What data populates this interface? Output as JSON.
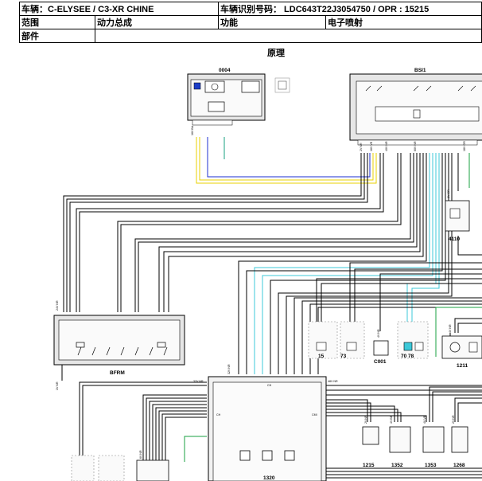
{
  "header": {
    "vehicle": "车辆：C-ELYSEE / C3-XR CHINE",
    "vin": "车辆识别号码： LDC643T22J3054750 / OPR : 15215",
    "range_label": "范围",
    "range_value": "动力总成",
    "function_label": "功能",
    "function_value": "电子喷射",
    "part_label": "部件",
    "part_value": ""
  },
  "diagram": {
    "title": "原理",
    "components": {
      "c0004": "0004",
      "bsi1": "BSI1",
      "c4110": "4110",
      "bfrm": "BFRM",
      "c1320": "1320",
      "c1211": "1211",
      "c1215": "1215",
      "c1352": "1352",
      "c1353": "1353",
      "c1268": "1268",
      "c001": "C001",
      "c15": "15",
      "c73": "73",
      "c70_78": "70 78"
    },
    "connectors": {
      "c0004_conn": "16V BA",
      "bsi1_a": "2V NR",
      "bsi1_b": "16V VE",
      "bsi1_c": "40V NR",
      "bsi1_d": "60V NR",
      "bsi1_e": "18V GR",
      "c4110_conn": "2V GR",
      "bfrm_a": "24V NR",
      "bfrm_b": "1V NR",
      "c1320_ch_top": "32V NR",
      "c1320_ch_left": "32V NR",
      "c1320_cmi": "48V NR",
      "c1320_ch": "CH",
      "c1320_cmi_side": "CMI",
      "c1211_conn": "4V NR",
      "c1215_conn": "2V NR",
      "c1352_conn": "4V BE",
      "c1353_conn": "4V VE",
      "c1268_conn": "2V NR",
      "c001_conn": "4V NR",
      "bottom_conn": "6V NR"
    }
  }
}
